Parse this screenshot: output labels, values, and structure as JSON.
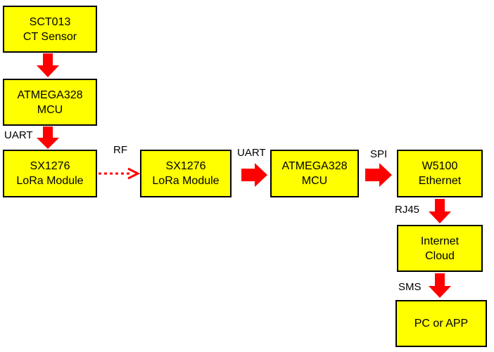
{
  "nodes": {
    "sct013": {
      "line1": "SCT013",
      "line2": "CT Sensor"
    },
    "mcu_tx": {
      "line1": "ATMEGA328",
      "line2": "MCU"
    },
    "lora_tx": {
      "line1": "SX1276",
      "line2": "LoRa Module"
    },
    "lora_rx": {
      "line1": "SX1276",
      "line2": "LoRa Module"
    },
    "mcu_rx": {
      "line1": "ATMEGA328",
      "line2": "MCU"
    },
    "w5100": {
      "line1": "W5100",
      "line2": "Ethernet"
    },
    "cloud": {
      "line1": "Internet",
      "line2": "Cloud"
    },
    "pc": {
      "line1": "PC or APP"
    }
  },
  "edge_labels": {
    "uart_1": "UART",
    "rf": "RF",
    "uart_2": "UART",
    "spi": "SPI",
    "rj45": "RJ45",
    "sms": "SMS"
  },
  "colors": {
    "box_fill": "#ffff00",
    "arrow": "#ff0000",
    "border": "#000000"
  }
}
